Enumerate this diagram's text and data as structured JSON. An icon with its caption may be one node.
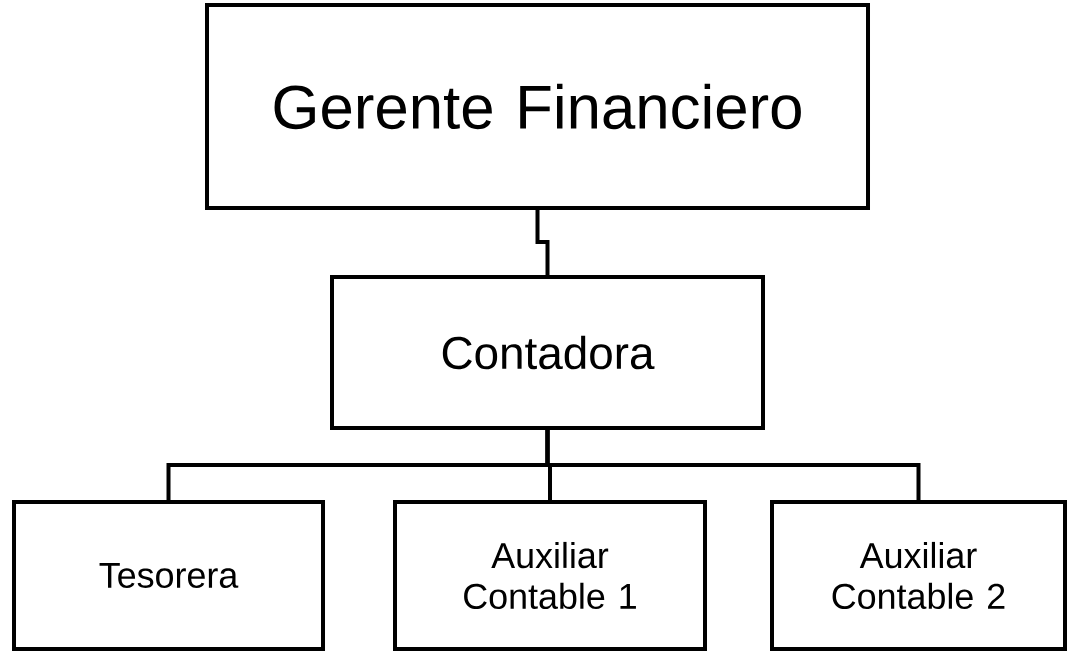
{
  "diagram": {
    "nodes": [
      {
        "text": [
          "Gerente Financiero"
        ]
      },
      {
        "text": [
          "Contadora"
        ]
      },
      {
        "text": [
          "Tesorera"
        ]
      },
      {
        "text": [
          "Auxiliar Contable 1"
        ]
      },
      {
        "text": [
          "Auxiliar Contable 2"
        ]
      }
    ],
    "edges": [
      {
        "from": 0,
        "to": 1,
        "arrow": "none"
      },
      {
        "from": 1,
        "to": 2,
        "arrow": "none"
      },
      {
        "from": 1,
        "to": 3,
        "arrow": "none"
      },
      {
        "from": 1,
        "to": 4,
        "arrow": "none"
      }
    ]
  }
}
